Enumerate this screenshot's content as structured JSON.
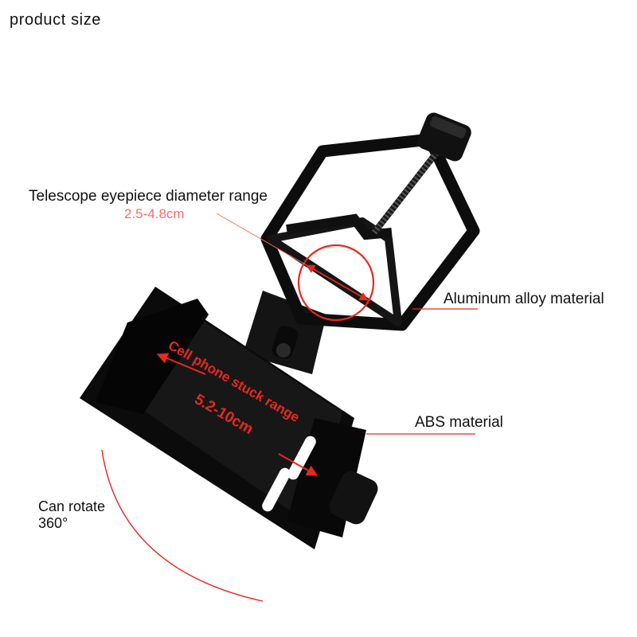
{
  "title": "product size",
  "labels": {
    "eyepiece": "Telescope eyepiece diameter range",
    "eyepiece_range": "2.5-4.8cm",
    "aluminum": "Aluminum alloy material",
    "abs": "ABS material",
    "phone_range_label": "Cell phone stuck range",
    "phone_range_value": "5.2-10cm",
    "rotate_line1": "Can rotate",
    "rotate_line2": "360°"
  },
  "colors": {
    "product": "#0d0d0d",
    "annotation_red": "#e8281e",
    "annotation_pink": "#ff6b6b"
  }
}
